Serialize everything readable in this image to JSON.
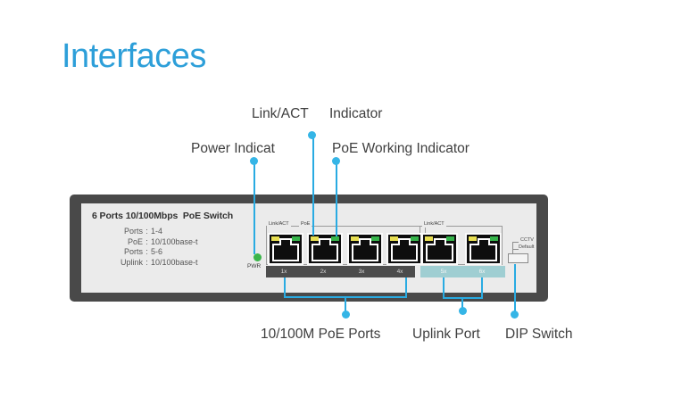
{
  "title": "Interfaces",
  "callouts": {
    "link_act": {
      "word1": "Link/ACT",
      "word2": "Indicator"
    },
    "power": "Power Indicat",
    "poe_working": "PoE Working Indicator",
    "poe_ports": "10/100M PoE Ports",
    "uplink_port": "Uplink Port",
    "dip_switch": "DIP Switch"
  },
  "device": {
    "title": "6 Ports 10/100Mbps  PoE Switch",
    "sep": ":",
    "specs": [
      {
        "label": "Ports",
        "value": "1-4"
      },
      {
        "label": "PoE",
        "value": "10/100base-t"
      },
      {
        "label": "Ports",
        "value": "5-6"
      },
      {
        "label": "Uplink",
        "value": "10/100base-t"
      }
    ],
    "pwr_led_label": "PWR",
    "poe_group": {
      "link_act_label": "Link/ACT",
      "poe_label": "PoE",
      "ports": [
        "1x",
        "2x",
        "3x",
        "4x"
      ]
    },
    "uplink_group": {
      "link_act_label": "Link/ACT",
      "ports": [
        "5x",
        "6x"
      ]
    },
    "dip": {
      "top": "CCTV",
      "bottom": "Default"
    }
  },
  "colors": {
    "title_blue": "#2d9fd9",
    "accent_line": "#29abe2",
    "callout_dot": "#35b5e6",
    "pwr_led_green": "#3bb54a",
    "port_led_yellow": "#e8df52",
    "port_led_green": "#35b44a",
    "bezel_gray": "#494949",
    "face_gray": "#ebebeb",
    "poe_strip_dark": "#4c4c4c",
    "uplink_strip_teal": "#9fced2"
  }
}
